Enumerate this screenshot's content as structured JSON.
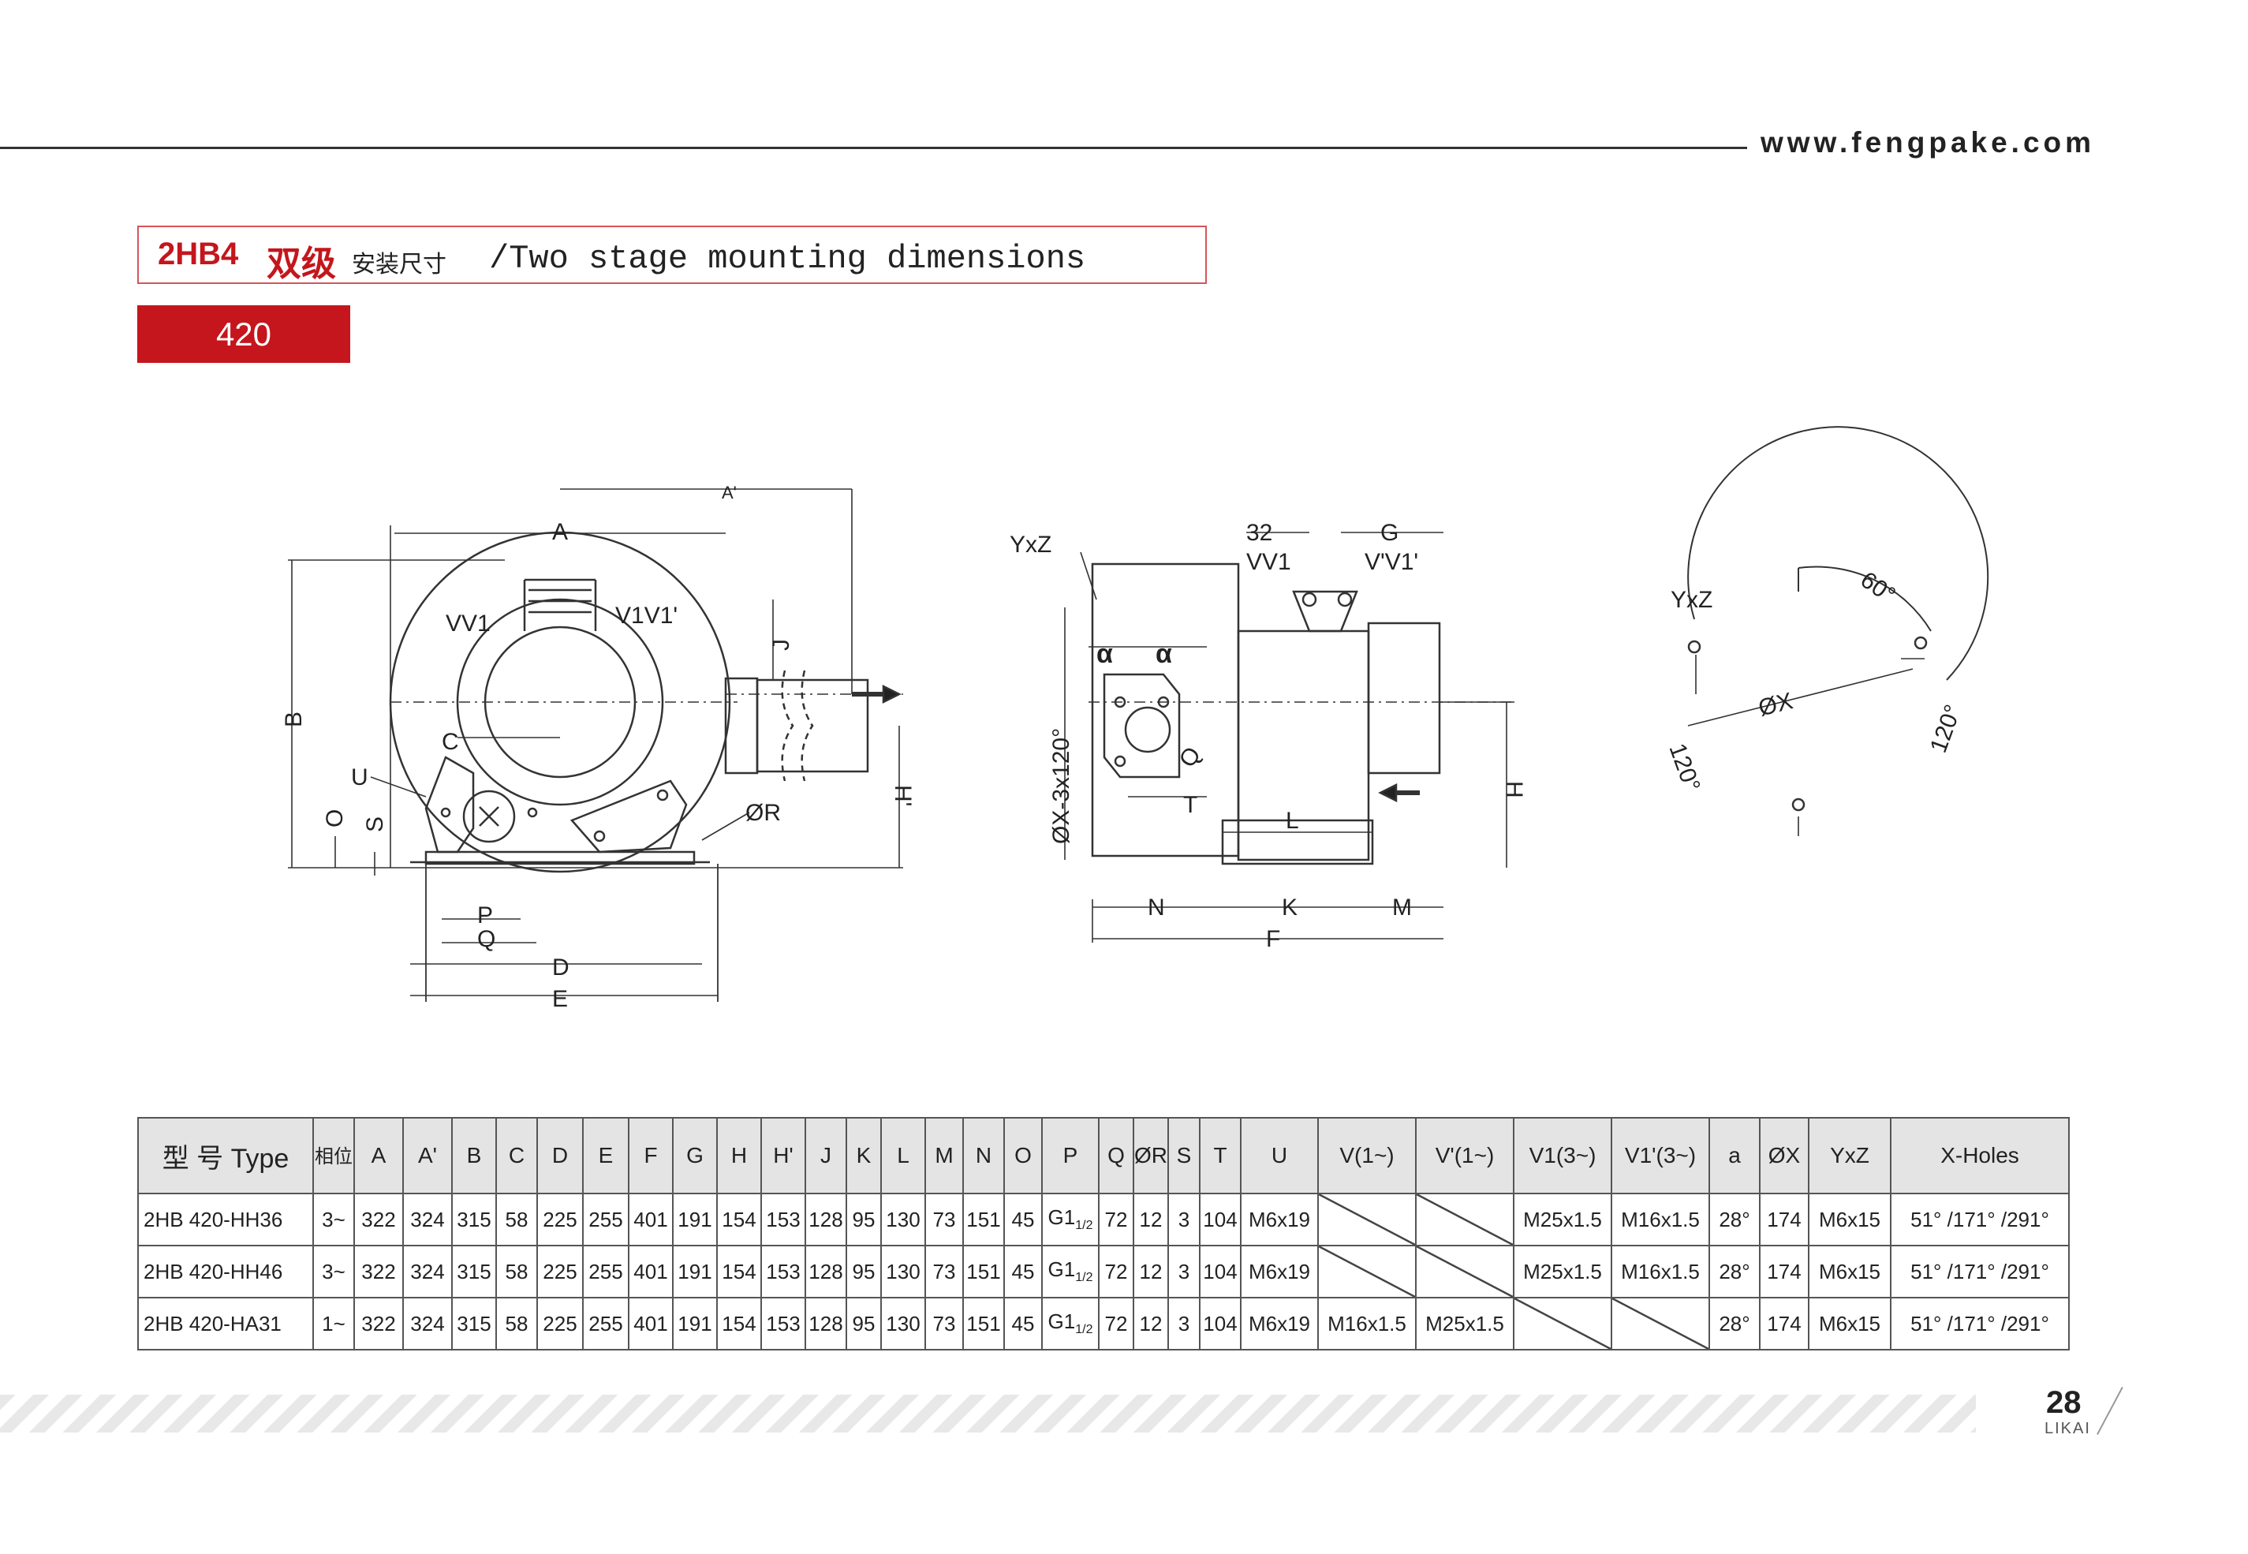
{
  "header": {
    "website": "www.fengpake.com"
  },
  "title": {
    "code": "2HB4",
    "cn_main": "双级",
    "cn_small": "安装尺寸",
    "en": "/Two stage mounting dimensions"
  },
  "model": "420",
  "drawing_labels": {
    "A": "A",
    "A_prime": "A'",
    "B": "B",
    "C": "C",
    "D": "D",
    "E": "E",
    "F": "F",
    "G": "G",
    "H": "H",
    "H_prime": "H'",
    "J": "J",
    "K": "K",
    "L": "L",
    "M": "M",
    "N": "N",
    "O": "O",
    "P": "P",
    "Q": "Q",
    "S": "S",
    "T": "T",
    "U": "U",
    "R": "ØR",
    "VV1": "VV1",
    "V1V1": "V1V1'",
    "VpV1p": "V'V1'",
    "dim32": "32",
    "YxZ": "YxZ",
    "XHoles": "ØX-3x120°",
    "alpha": "α",
    "phiX": "ØX",
    "angle60": "60°",
    "angle120a": "120°",
    "angle120b": "120°"
  },
  "table": {
    "headers": [
      "型 号 Type",
      "相位",
      "A",
      "A'",
      "B",
      "C",
      "D",
      "E",
      "F",
      "G",
      "H",
      "H'",
      "J",
      "K",
      "L",
      "M",
      "N",
      "O",
      "P",
      "Q",
      "ØR",
      "S",
      "T",
      "U",
      "V(1~)",
      "V'(1~)",
      "V1(3~)",
      "V1'(3~)",
      "a",
      "ØX",
      "YxZ",
      "X-Holes"
    ],
    "rows": [
      {
        "type": "2HB 420-HH36",
        "phase": "3~",
        "A": "322",
        "Ap": "324",
        "B": "315",
        "C": "58",
        "D": "225",
        "E": "255",
        "F": "401",
        "G": "191",
        "H": "154",
        "Hp": "153",
        "J": "128",
        "K": "95",
        "L": "130",
        "M": "73",
        "N": "151",
        "O": "45",
        "P_main": "G1",
        "P_sub": "1/2",
        "Q": "72",
        "R": "12",
        "S": "3",
        "T": "104",
        "U": "M6x19",
        "V": "",
        "Vp": "",
        "V1": "M25x1.5",
        "V1p": "M16x1.5",
        "a": "28°",
        "X": "174",
        "YxZ": "M6x15",
        "XHoles": "51° /171° /291°"
      },
      {
        "type": "2HB 420-HH46",
        "phase": "3~",
        "A": "322",
        "Ap": "324",
        "B": "315",
        "C": "58",
        "D": "225",
        "E": "255",
        "F": "401",
        "G": "191",
        "H": "154",
        "Hp": "153",
        "J": "128",
        "K": "95",
        "L": "130",
        "M": "73",
        "N": "151",
        "O": "45",
        "P_main": "G1",
        "P_sub": "1/2",
        "Q": "72",
        "R": "12",
        "S": "3",
        "T": "104",
        "U": "M6x19",
        "V": "",
        "Vp": "",
        "V1": "M25x1.5",
        "V1p": "M16x1.5",
        "a": "28°",
        "X": "174",
        "YxZ": "M6x15",
        "XHoles": "51° /171° /291°"
      },
      {
        "type": "2HB 420-HA31",
        "phase": "1~",
        "A": "322",
        "Ap": "324",
        "B": "315",
        "C": "58",
        "D": "225",
        "E": "255",
        "F": "401",
        "G": "191",
        "H": "154",
        "Hp": "153",
        "J": "128",
        "K": "95",
        "L": "130",
        "M": "73",
        "N": "151",
        "O": "45",
        "P_main": "G1",
        "P_sub": "1/2",
        "Q": "72",
        "R": "12",
        "S": "3",
        "T": "104",
        "U": "M6x19",
        "V": "M16x1.5",
        "Vp": "M25x1.5",
        "V1": "",
        "V1p": "",
        "a": "28°",
        "X": "174",
        "YxZ": "M6x15",
        "XHoles": "51° /171° /291°"
      }
    ]
  },
  "footer": {
    "page_number": "28",
    "brand": "LIKAI"
  }
}
